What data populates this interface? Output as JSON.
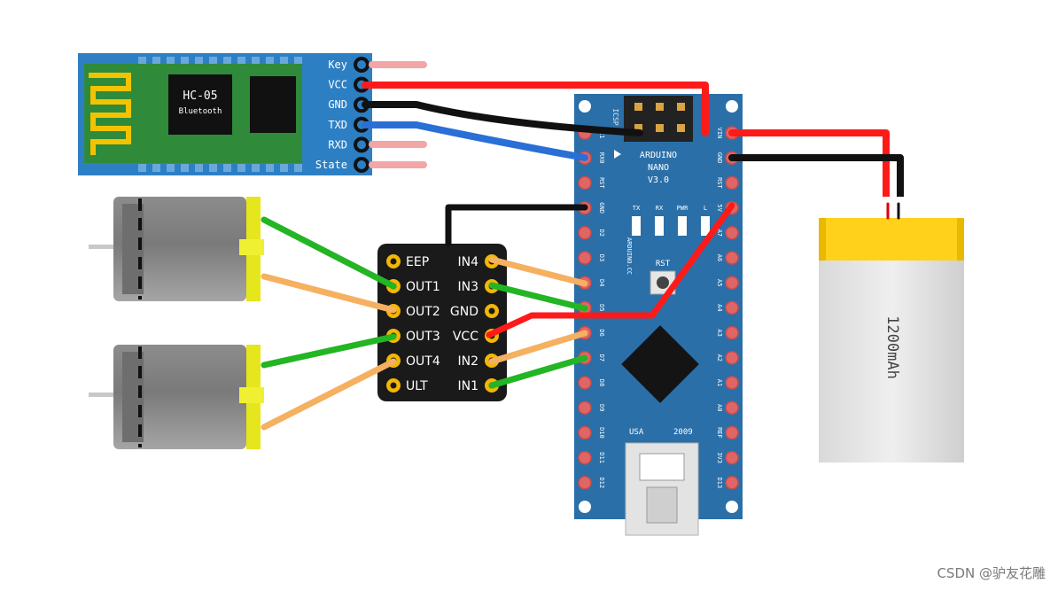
{
  "bluetooth": {
    "chip_label": "HC-05",
    "chip_sublabel": "Bluetooth",
    "pins": [
      "Key",
      "VCC",
      "GND",
      "TXD",
      "RXD",
      "State"
    ]
  },
  "arduino": {
    "title_line1": "ARDUINO",
    "title_line2": "NANO",
    "title_line3": "V3.0",
    "icsp": "ICSP",
    "rst": "RST",
    "led_labels": [
      "TX",
      "RX",
      "PWR",
      "L"
    ],
    "side_text": "ARDUINO.CC",
    "usa": "USA",
    "year": "2009",
    "left_pins": [
      "TX1",
      "RX0",
      "RST",
      "GND",
      "D2",
      "D3",
      "D4",
      "D5",
      "D6",
      "D7",
      "D8",
      "D9",
      "D10",
      "D11",
      "D12"
    ],
    "right_pins": [
      "VIN",
      "GND",
      "RST",
      "5V",
      "A7",
      "A6",
      "A5",
      "A4",
      "A3",
      "A2",
      "A1",
      "A0",
      "REF",
      "3V3",
      "D13"
    ]
  },
  "driver": {
    "left_pins": [
      "EEP",
      "OUT1",
      "OUT2",
      "OUT3",
      "OUT4",
      "ULT"
    ],
    "right_pins": [
      "IN4",
      "IN3",
      "GND",
      "VCC",
      "IN2",
      "IN1"
    ]
  },
  "battery": {
    "label": "1200mAh"
  },
  "colors": {
    "arduino_board": "#2a6fa8",
    "driver_board": "#1a1a1a",
    "bt_module": "#2d7fc4",
    "bt_pcb": "#2f8a3a",
    "wire_red": "#ff1a1a",
    "wire_black": "#111111",
    "wire_blue": "#2a6fd6",
    "wire_green": "#23b523",
    "wire_orange": "#f5b060",
    "battery_cap": "#ffd11a",
    "battery_body": "#e6e6e6"
  },
  "watermark": "CSDN @驴友花雕"
}
